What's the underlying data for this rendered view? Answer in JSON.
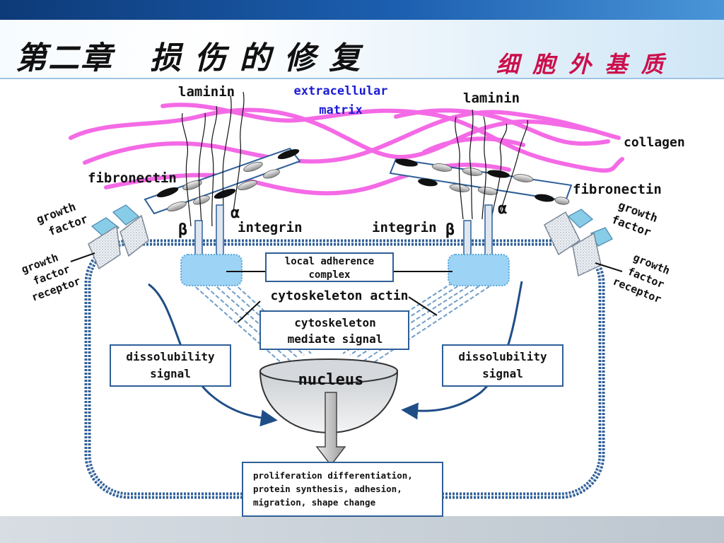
{
  "header": {
    "title": "第二章   损 伤 的 修 复",
    "subtitle": "细 胞 外 基 质"
  },
  "diagram": {
    "laminin_left": "laminin",
    "laminin_right": "laminin",
    "ecm_line1": "extracellular",
    "ecm_line2": "matrix",
    "collagen": "collagen",
    "fibronectin_left": "fibronectin",
    "fibronectin_right": "fibronectin",
    "alpha_left": "α",
    "alpha_right": "α",
    "beta_left": "β",
    "beta_right": "β",
    "integrin_left": "integrin",
    "integrin_right": "integrin",
    "growth_factor_left_line1": "growth",
    "growth_factor_left_line2": "factor",
    "growth_factor_right_line1": "growth",
    "growth_factor_right_line2": "factor",
    "gfr_left_line1": "growth",
    "gfr_left_line2": "factor",
    "gfr_left_line3": "receptor",
    "gfr_right_line1": "growth",
    "gfr_right_line2": "factor",
    "gfr_right_line3": "receptor",
    "local_adherence_line1": "local adherence",
    "local_adherence_line2": "complex",
    "cytoskeleton_actin": "cytoskeleton actin",
    "cytoskeleton_signal_line1": "cytoskeleton",
    "cytoskeleton_signal_line2": "mediate signal",
    "dissolubility_left_line1": "dissolubility",
    "dissolubility_left_line2": "signal",
    "dissolubility_right_line1": "dissolubility",
    "dissolubility_right_line2": "signal",
    "nucleus": "nucleus",
    "outcome_line1": "proliferation differentiation,",
    "outcome_line2": "protein synthesis, adhesion,",
    "outcome_line3": "migration, shape change"
  },
  "colors": {
    "collagen": "#f46ae6",
    "cell_border": "#2f5f98",
    "ecm_label": "#1b1bd6",
    "title_sub": "#cc0f4b"
  }
}
